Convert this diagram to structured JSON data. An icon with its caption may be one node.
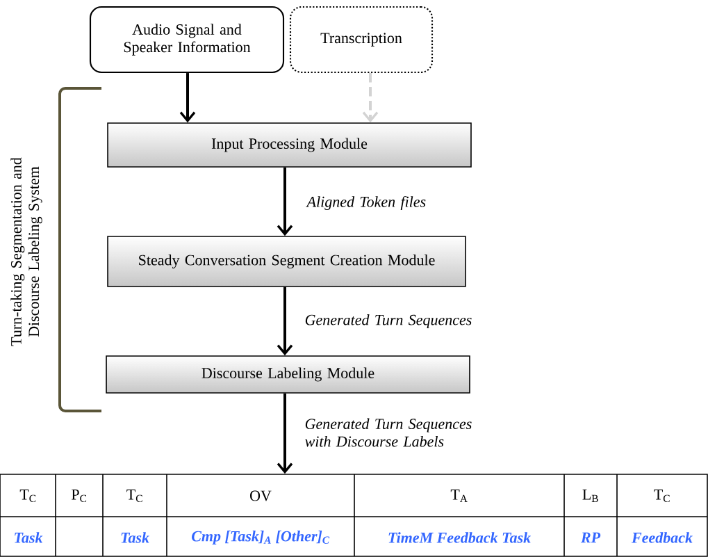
{
  "diagram": {
    "nodes": [
      {
        "text": [
          "Audio Signal and Speaker Information"
        ]
      },
      {
        "text": [
          "Transcription"
        ]
      },
      {
        "text": [
          "Input Processing Module"
        ]
      },
      {
        "text": [
          "Steady Conversation Segment Creation Module"
        ]
      },
      {
        "text": [
          "Discourse Labeling Module"
        ]
      },
      {
        "text": [],
        "shape": "box"
      }
    ],
    "edges": [
      {
        "from": 0,
        "to": 2,
        "arrow": "to"
      },
      {
        "from": 1,
        "to": 2,
        "arrow": "to",
        "style": "dashed",
        "color": "#d3d3d3"
      },
      {
        "from": 2,
        "to": 3,
        "arrow": "to",
        "label": "Aligned Token files"
      },
      {
        "from": 3,
        "to": 4,
        "arrow": "to",
        "label": "Generated Turn Sequences"
      },
      {
        "from": 4,
        "to": 5,
        "arrow": "to",
        "label": "Generated Turn Sequences with Discourse Labels"
      }
    ],
    "labels": [
      "Turn-taking Segmentation and Discourse Labeling System",
      "T$_{C}$",
      "P$_{C}$",
      "T$_{C}$",
      "OV",
      "T$_{A}$",
      "L$_{B}$",
      "T$_{C}$",
      "Task",
      "Task",
      "Cmp [Task]$_{A}$ [Other]$_{C}$",
      "TimeM Feedback Task",
      "RP",
      "Feedback"
    ]
  }
}
